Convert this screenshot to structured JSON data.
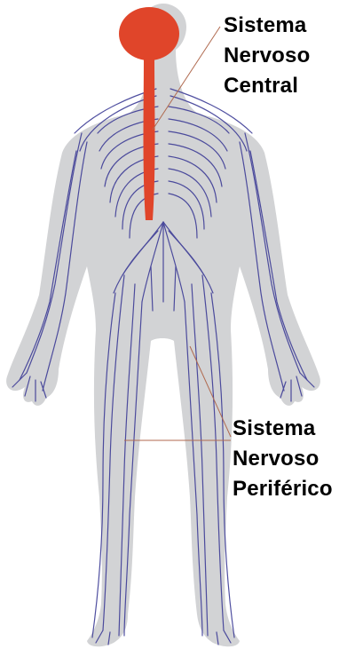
{
  "labels": {
    "central": {
      "line1": "Sistema",
      "line2": "Nervoso",
      "line3": "Central"
    },
    "peripheral": {
      "line1": "Sistema",
      "line2": "Nervoso",
      "line3": "Periférico"
    }
  },
  "colors": {
    "background": "#ffffff",
    "body_silhouette": "#d2d3d5",
    "central_nervous_system": "#e0452a",
    "nerves": "#3d3c96",
    "leader_line": "#b06a4f",
    "text": "#000000"
  }
}
